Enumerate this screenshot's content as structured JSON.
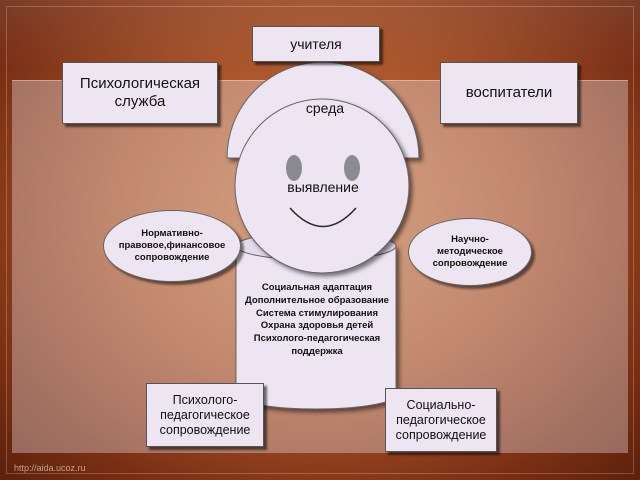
{
  "diagram": {
    "teachers": "учителя",
    "psych_service": "Психологическая служба",
    "educators": "воспитатели",
    "environment": "среда",
    "detection": "выявление",
    "normative": "Нормативно-правовое,финансовое сопровождение",
    "scientific": "Научно-методическое сопровождение",
    "core_items": [
      "Социальная адаптация",
      "Дополнительное образование",
      "Система стимулирования",
      "Охрана здоровья детей",
      "Психолого-педагогическая поддержка"
    ],
    "psych_ped": "Психолого-педагогическое сопровождение",
    "social_ped": "Социально-педагогическое сопровождение",
    "watermark": "http://aida.ucoz.ru"
  },
  "colors": {
    "background": "#a9542a",
    "shape_fill": "#ede6f2",
    "face_eye": "#8a8a90"
  }
}
